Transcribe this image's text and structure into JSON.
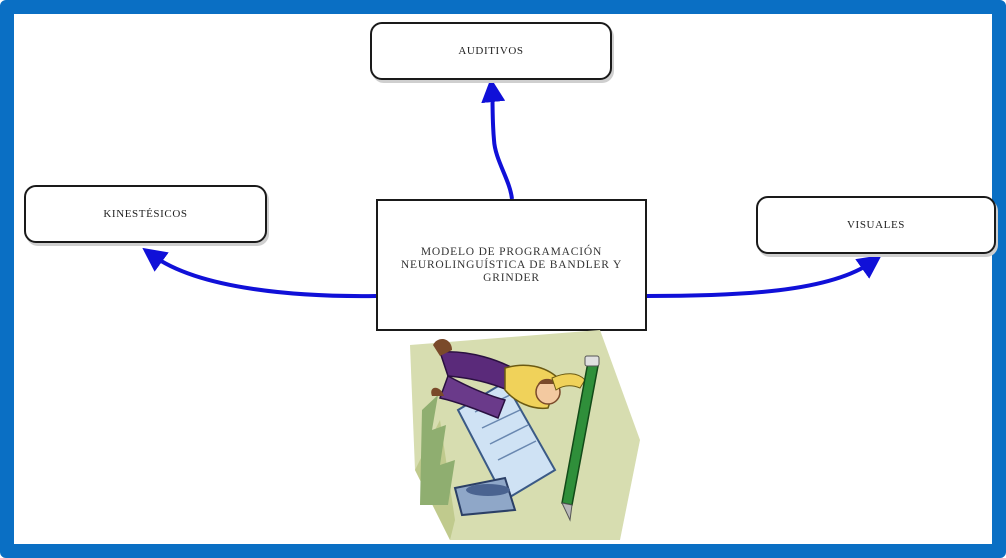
{
  "diagram": {
    "center": {
      "label": "MODELO DE PROGRAMACIÓN NEUROLINGUÍSTICA DE BANDLER Y GRINDER"
    },
    "nodes": {
      "auditivos": "AUDITIVOS",
      "kinestesicos": "KINESTÉSICOS",
      "visuales": "VISUALES"
    }
  },
  "colors": {
    "frame": "#0a6fc4",
    "arrow": "#1010d8"
  },
  "illustration": {
    "icon": "person-writing-with-giant-pen-icon"
  }
}
